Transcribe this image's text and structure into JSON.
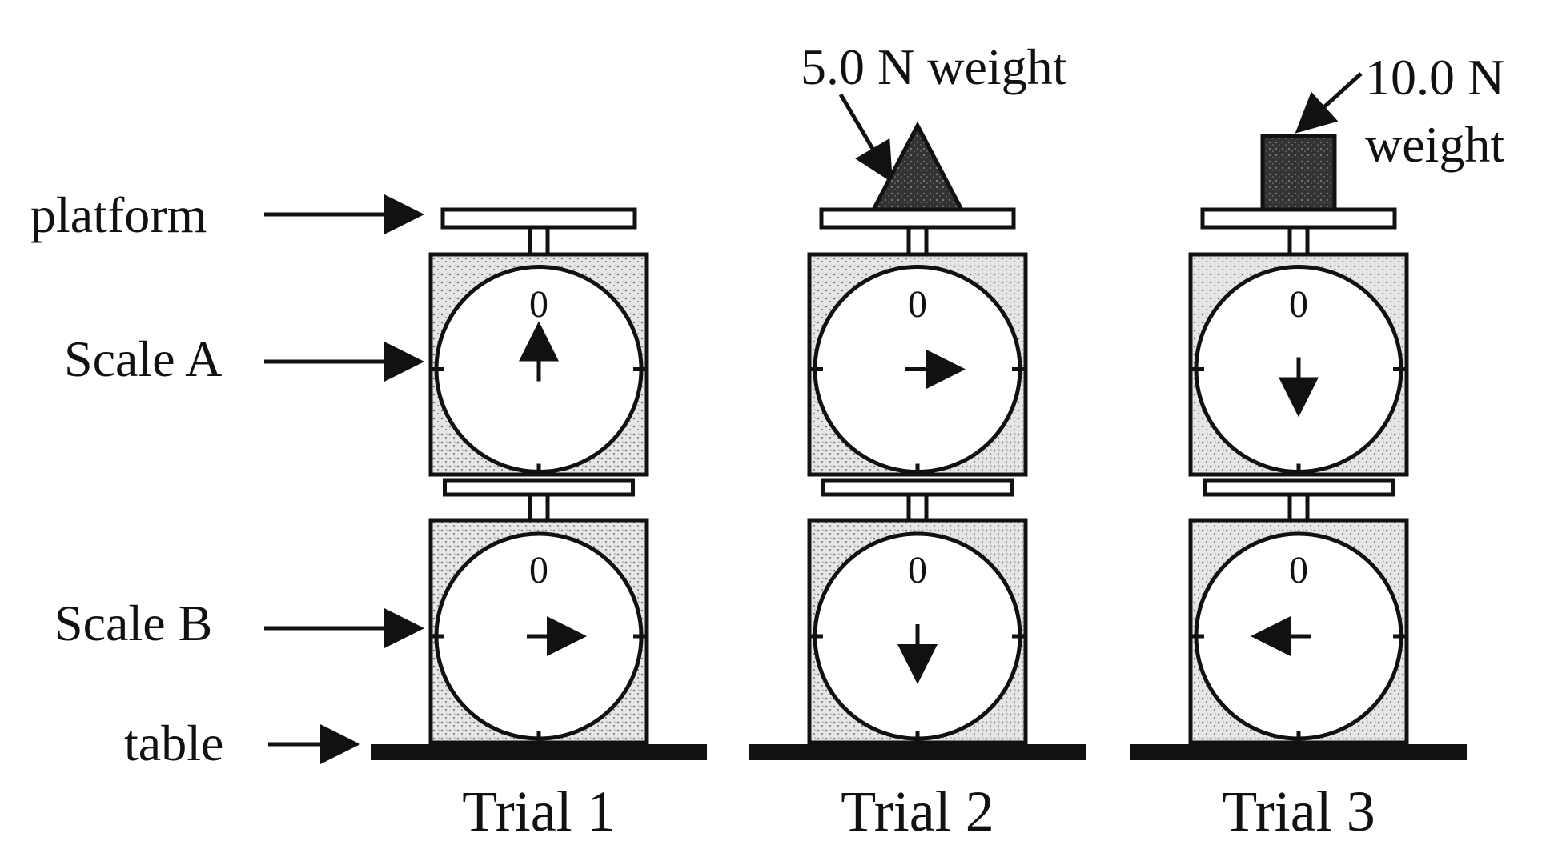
{
  "labels": {
    "platform": "platform",
    "scale_a": "Scale A",
    "scale_b": "Scale B",
    "table": "table"
  },
  "weights": {
    "trial2": "5.0 N weight",
    "trial3_line1": "10.0 N",
    "trial3_line2": "weight"
  },
  "dial_zero": "0",
  "trials": [
    {
      "label": "Trial 1",
      "scale_a_needle": "up",
      "scale_b_needle": "right"
    },
    {
      "label": "Trial 2",
      "scale_a_needle": "right",
      "scale_b_needle": "down"
    },
    {
      "label": "Trial 3",
      "scale_a_needle": "down",
      "scale_b_needle": "left"
    }
  ]
}
